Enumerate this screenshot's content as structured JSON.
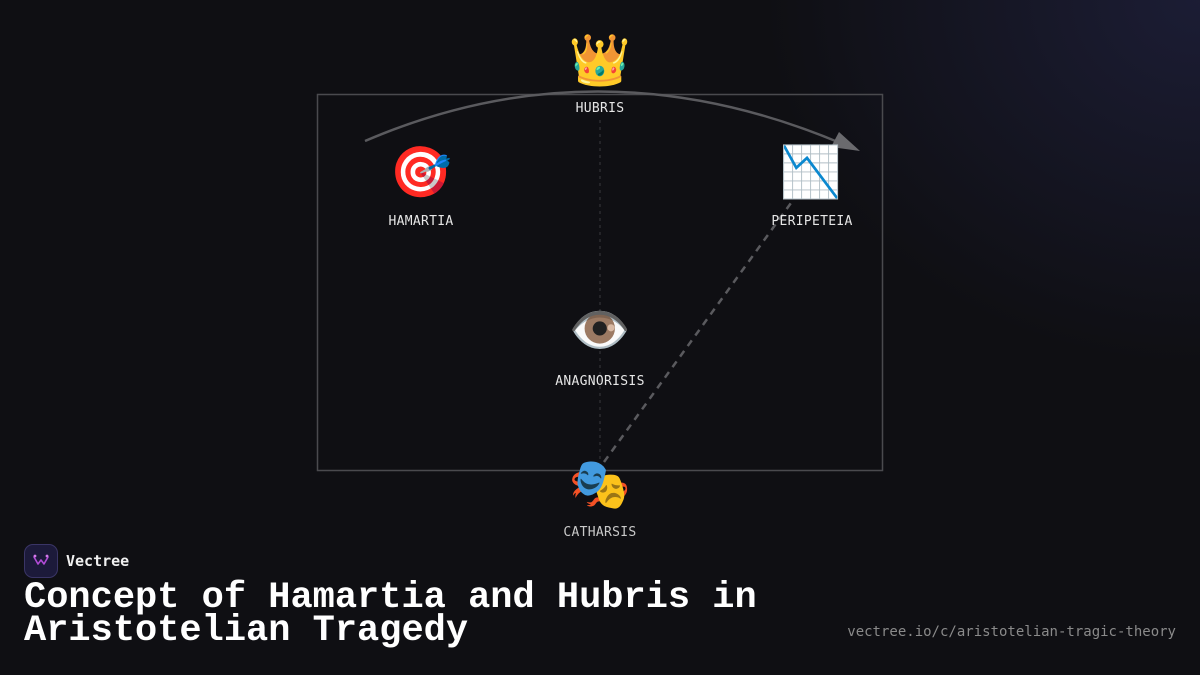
{
  "brand": {
    "name": "Vectree",
    "logo_icon": "vectree-logo-icon"
  },
  "title": "Concept of Hamartia and Hubris in Aristotelian Tragedy",
  "url": "vectree.io/c/aristotelian-tragic-theory",
  "colors": {
    "background": "#0f0f13",
    "frame": "#4a4a4e",
    "arc": "#5a5a5e",
    "text": "#e6e6e6",
    "url": "#8a8a8a",
    "logo_accent": "#b14bd6"
  },
  "nodes": {
    "hubris": {
      "label": "HUBRIS",
      "icon": "👑",
      "icon_name": "crown-icon"
    },
    "hamartia": {
      "label": "HAMARTIA",
      "icon": "🎯",
      "icon_name": "target-icon"
    },
    "peripeteia": {
      "label": "PERIPETEIA",
      "icon": "📉",
      "icon_name": "chart-decreasing-icon"
    },
    "anagnorisis": {
      "label": "ANAGNORISIS",
      "icon": "👁️",
      "icon_name": "eye-icon"
    },
    "catharsis": {
      "label": "CATHARSIS",
      "icon": "🎭",
      "icon_name": "theater-masks-icon"
    }
  }
}
